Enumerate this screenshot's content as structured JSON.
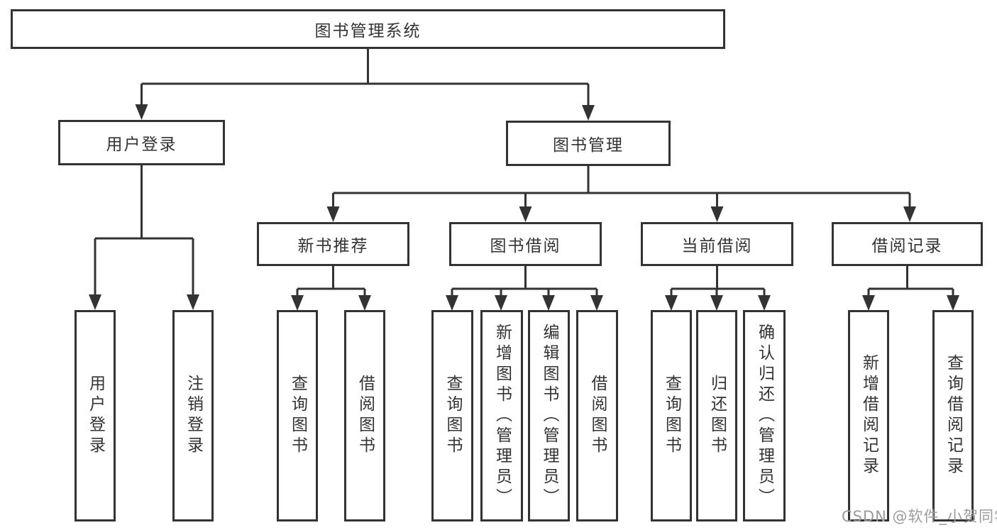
{
  "tree": {
    "label": "图书管理系统",
    "children": [
      {
        "label": "用户登录",
        "children": [
          {
            "label": "用户登录"
          },
          {
            "label": "注销登录"
          }
        ]
      },
      {
        "label": "图书管理",
        "children": [
          {
            "label": "新书推荐",
            "children": [
              {
                "label": "查询图书"
              },
              {
                "label": "借阅图书"
              }
            ]
          },
          {
            "label": "图书借阅",
            "children": [
              {
                "label": "查询图书"
              },
              {
                "label": "新增图书（管理员）"
              },
              {
                "label": "编辑图书（管理员）"
              },
              {
                "label": "借阅图书"
              }
            ]
          },
          {
            "label": "当前借阅",
            "children": [
              {
                "label": "查询图书"
              },
              {
                "label": "归还图书"
              },
              {
                "label": "确认归还（管理员）"
              }
            ]
          },
          {
            "label": "借阅记录",
            "children": [
              {
                "label": "新增借阅记录"
              },
              {
                "label": "查询借阅记录"
              }
            ]
          }
        ]
      }
    ]
  },
  "watermark": "CSDN @软件_小贺同学",
  "colors": {
    "line": "#333333",
    "box_border": "#333333",
    "box_fill": "#ffffff",
    "text": "#333333",
    "watermark": "#9c9c9c"
  }
}
